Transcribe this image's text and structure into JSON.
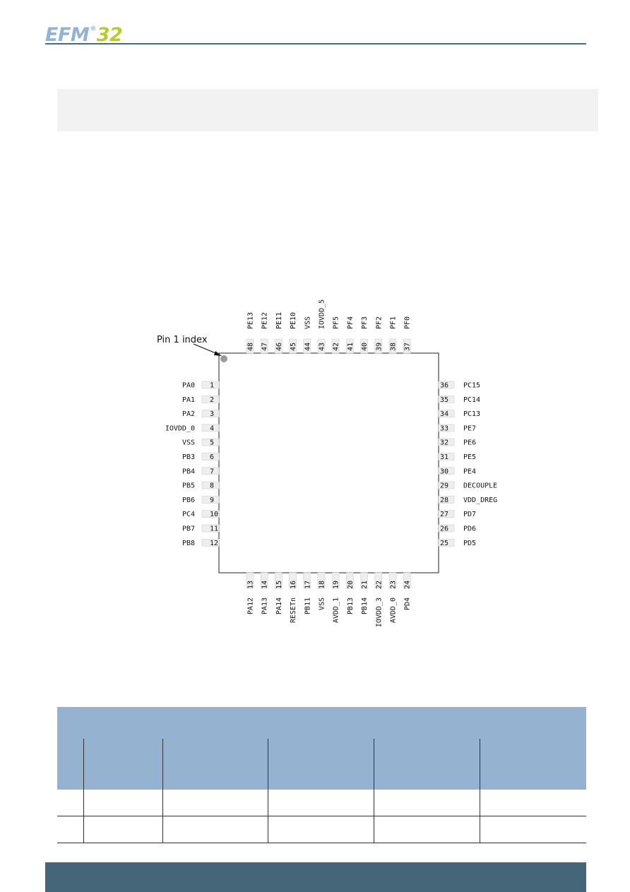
{
  "logo": {
    "part1": "EFM",
    "sup": "®",
    "part2": "32"
  },
  "diagram": {
    "index_label": "Pin 1 index",
    "left_pins": [
      {
        "num": "1",
        "name": "PA0"
      },
      {
        "num": "2",
        "name": "PA1"
      },
      {
        "num": "3",
        "name": "PA2"
      },
      {
        "num": "4",
        "name": "IOVDD_0"
      },
      {
        "num": "5",
        "name": "VSS"
      },
      {
        "num": "6",
        "name": "PB3"
      },
      {
        "num": "7",
        "name": "PB4"
      },
      {
        "num": "8",
        "name": "PB5"
      },
      {
        "num": "9",
        "name": "PB6"
      },
      {
        "num": "10",
        "name": "PC4"
      },
      {
        "num": "11",
        "name": "PB7"
      },
      {
        "num": "12",
        "name": "PB8"
      }
    ],
    "bottom_pins": [
      {
        "num": "13",
        "name": "PA12"
      },
      {
        "num": "14",
        "name": "PA13"
      },
      {
        "num": "15",
        "name": "PA14"
      },
      {
        "num": "16",
        "name": "RESETn"
      },
      {
        "num": "17",
        "name": "PB11"
      },
      {
        "num": "18",
        "name": "VSS"
      },
      {
        "num": "19",
        "name": "AVDD_1"
      },
      {
        "num": "20",
        "name": "PB13"
      },
      {
        "num": "21",
        "name": "PB14"
      },
      {
        "num": "22",
        "name": "IOVDD_3"
      },
      {
        "num": "23",
        "name": "AVDD_0"
      },
      {
        "num": "24",
        "name": "PD4"
      }
    ],
    "right_pins": [
      {
        "num": "36",
        "name": "PC15"
      },
      {
        "num": "35",
        "name": "PC14"
      },
      {
        "num": "34",
        "name": "PC13"
      },
      {
        "num": "33",
        "name": "PE7"
      },
      {
        "num": "32",
        "name": "PE6"
      },
      {
        "num": "31",
        "name": "PE5"
      },
      {
        "num": "30",
        "name": "PE4"
      },
      {
        "num": "29",
        "name": "DECOUPLE"
      },
      {
        "num": "28",
        "name": "VDD_DREG"
      },
      {
        "num": "27",
        "name": "PD7"
      },
      {
        "num": "26",
        "name": "PD6"
      },
      {
        "num": "25",
        "name": "PD5"
      }
    ],
    "top_pins": [
      {
        "num": "48",
        "name": "PE13"
      },
      {
        "num": "47",
        "name": "PE12"
      },
      {
        "num": "46",
        "name": "PE11"
      },
      {
        "num": "45",
        "name": "PE10"
      },
      {
        "num": "44",
        "name": "VSS"
      },
      {
        "num": "43",
        "name": "IOVDD_5"
      },
      {
        "num": "42",
        "name": "PF5"
      },
      {
        "num": "41",
        "name": "PF4"
      },
      {
        "num": "40",
        "name": "PF3"
      },
      {
        "num": "39",
        "name": "PF2"
      },
      {
        "num": "38",
        "name": "PF1"
      },
      {
        "num": "37",
        "name": "PF0"
      }
    ]
  },
  "colors": {
    "logo_blue": "#92b3d6",
    "logo_green": "#b8cc2b",
    "header_rule": "#4a6a80",
    "table_header": "#95b3d0",
    "footer": "#456679",
    "pin_fill": "#eeeeee",
    "index_dot": "#999999"
  }
}
